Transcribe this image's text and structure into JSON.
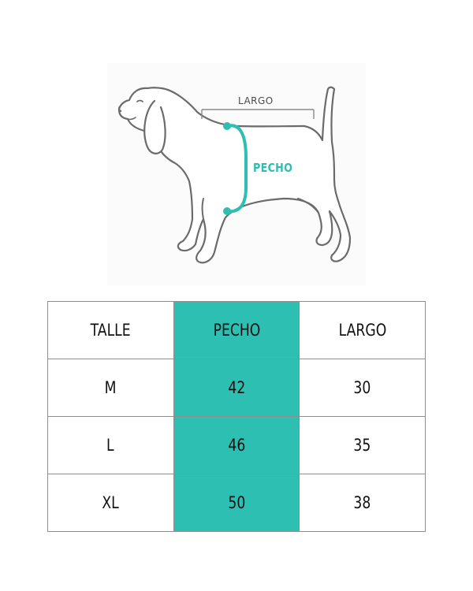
{
  "diagram": {
    "largo_label": "LARGO",
    "pecho_label": "PECHO"
  },
  "table": {
    "headers": [
      "TALLE",
      "PECHO",
      "LARGO"
    ],
    "rows": [
      [
        "M",
        "42",
        "30"
      ],
      [
        "L",
        "46",
        "35"
      ],
      [
        "XL",
        "50",
        "38"
      ]
    ]
  },
  "colors": {
    "accent": "#2ebfb3",
    "outline": "#6b6b6b",
    "grid": "#8e8e8e"
  }
}
